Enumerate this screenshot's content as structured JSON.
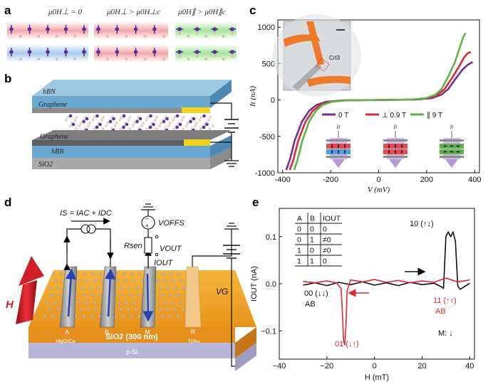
{
  "panel_a": {
    "letter": "a",
    "headers": [
      "μ0H⊥ = 0",
      "μ0H⊥ > μ0H⊥c",
      "μ0H∥ > μ0H∥c"
    ]
  },
  "panel_b": {
    "letter": "b",
    "labels": {
      "hbn_top": "hBN",
      "graphene_top": "Graphene",
      "graphene_bottom": "Graphene",
      "hbn_bottom": "hBN",
      "sio2": "SiO2"
    }
  },
  "panel_c": {
    "letter": "c",
    "inset_label": "CrI3",
    "icon_label": "It",
    "legend": [
      "0 T",
      "⊥ 0.9 T",
      "∥ 9 T"
    ]
  },
  "panel_d": {
    "letter": "d",
    "labels": {
      "is": "IS = IAC + IDC",
      "voffs": "VOFFS",
      "vout": "VOUT",
      "rsen": "Rsen",
      "iout": "IOUT",
      "vg": "VG",
      "h": "H",
      "a": "A",
      "b": "B",
      "m": "M",
      "r": "R",
      "mgo": "MgO/Co",
      "tiau": "Ti/Au",
      "sio2": "SiO2 (300 nm)",
      "psi": "p-Si"
    }
  },
  "panel_e": {
    "letter": "e",
    "truth_table": {
      "headers": [
        "A",
        "B",
        "IOUT"
      ],
      "rows": [
        [
          "0",
          "0",
          "0"
        ],
        [
          "0",
          "1",
          "≠0"
        ],
        [
          "1",
          "0",
          "≠0"
        ],
        [
          "1",
          "1",
          "0"
        ]
      ]
    },
    "annotations": {
      "s00": "00 (↓↓)",
      "ab_black": "AB",
      "s01": "01 (↓↑)",
      "s10": "10 (↑↓)",
      "s11": "11 (↑↑)",
      "ab_red": "AB",
      "m": "M: ↓"
    }
  },
  "colors": {
    "chart_c_0T": "#7b2d8e",
    "chart_c_perp": "#d62b3a",
    "chart_c_par": "#5cb548",
    "chart_e_black": "#111111",
    "chart_e_red": "#e0282f"
  },
  "chart_data": [
    {
      "type": "line",
      "panel": "c",
      "xlabel": "V (mV)",
      "ylabel": "It (nA)",
      "xlim": [
        -420,
        420
      ],
      "ylim": [
        -1000,
        1100
      ],
      "xticks": [
        -400,
        -200,
        0,
        200,
        400
      ],
      "yticks": [
        -1000,
        -500,
        0,
        500,
        1000
      ],
      "series": [
        {
          "name": "0 T",
          "color": "#7b2d8e",
          "x": [
            -385,
            -370,
            -350,
            -320,
            -290,
            -260,
            -220,
            -150,
            0,
            150,
            220,
            260,
            290,
            320,
            350,
            370,
            385,
            392
          ],
          "y": [
            -960,
            -820,
            -560,
            -300,
            -150,
            -70,
            -25,
            -5,
            0,
            5,
            25,
            70,
            150,
            290,
            420,
            480,
            510,
            520
          ]
        },
        {
          "name": "⊥ 0.9 T",
          "color": "#d62b3a",
          "x": [
            -370,
            -355,
            -335,
            -305,
            -275,
            -245,
            -205,
            -140,
            0,
            140,
            205,
            245,
            275,
            305,
            335,
            355,
            370,
            384
          ],
          "y": [
            -960,
            -820,
            -560,
            -300,
            -150,
            -70,
            -25,
            -5,
            0,
            5,
            25,
            70,
            150,
            300,
            460,
            580,
            640,
            660
          ]
        },
        {
          "name": "∥ 9 T",
          "color": "#5cb548",
          "x": [
            -352,
            -338,
            -318,
            -290,
            -262,
            -235,
            -195,
            -130,
            0,
            130,
            195,
            235,
            262,
            290,
            318,
            338,
            352,
            362
          ],
          "y": [
            -960,
            -820,
            -560,
            -300,
            -150,
            -70,
            -25,
            -5,
            0,
            5,
            25,
            70,
            150,
            320,
            520,
            720,
            860,
            920
          ]
        }
      ]
    },
    {
      "type": "line",
      "panel": "e",
      "xlabel": "H (mT)",
      "ylabel": "IOUT (nA)",
      "xlim": [
        -40,
        42
      ],
      "ylim": [
        -0.16,
        0.16
      ],
      "xticks": [
        -40,
        -20,
        0,
        20,
        40
      ],
      "yticks": [
        -0.1,
        0.0,
        0.1
      ],
      "series": [
        {
          "color": "#111111",
          "x": [
            -30,
            -25,
            -20,
            -15,
            -10,
            -5,
            0,
            5,
            10,
            15,
            20,
            25,
            28,
            29,
            30,
            31,
            32,
            33,
            34,
            35,
            36,
            40
          ],
          "y": [
            -0.003,
            0.002,
            -0.004,
            0.003,
            -0.002,
            0.004,
            -0.003,
            0.002,
            -0.004,
            0.003,
            -0.002,
            0.001,
            -0.006,
            -0.01,
            0.1,
            0.11,
            0.1,
            0.11,
            0.09,
            -0.005,
            -0.012,
            0.001
          ]
        },
        {
          "color": "#e0282f",
          "x": [
            -30,
            -25,
            -20,
            -16,
            -14,
            -13.5,
            -13,
            -12.5,
            -12,
            -11.5,
            -10,
            -5,
            0,
            5,
            10,
            15,
            20,
            25,
            30,
            35,
            40
          ],
          "y": [
            0.005,
            0.002,
            0.006,
            0.002,
            -0.01,
            -0.06,
            -0.12,
            -0.13,
            -0.09,
            -0.015,
            0.008,
            0.004,
            0.009,
            0.003,
            0.007,
            0.002,
            0.006,
            0.003,
            0.012,
            0.004,
            0.008
          ]
        }
      ]
    }
  ]
}
